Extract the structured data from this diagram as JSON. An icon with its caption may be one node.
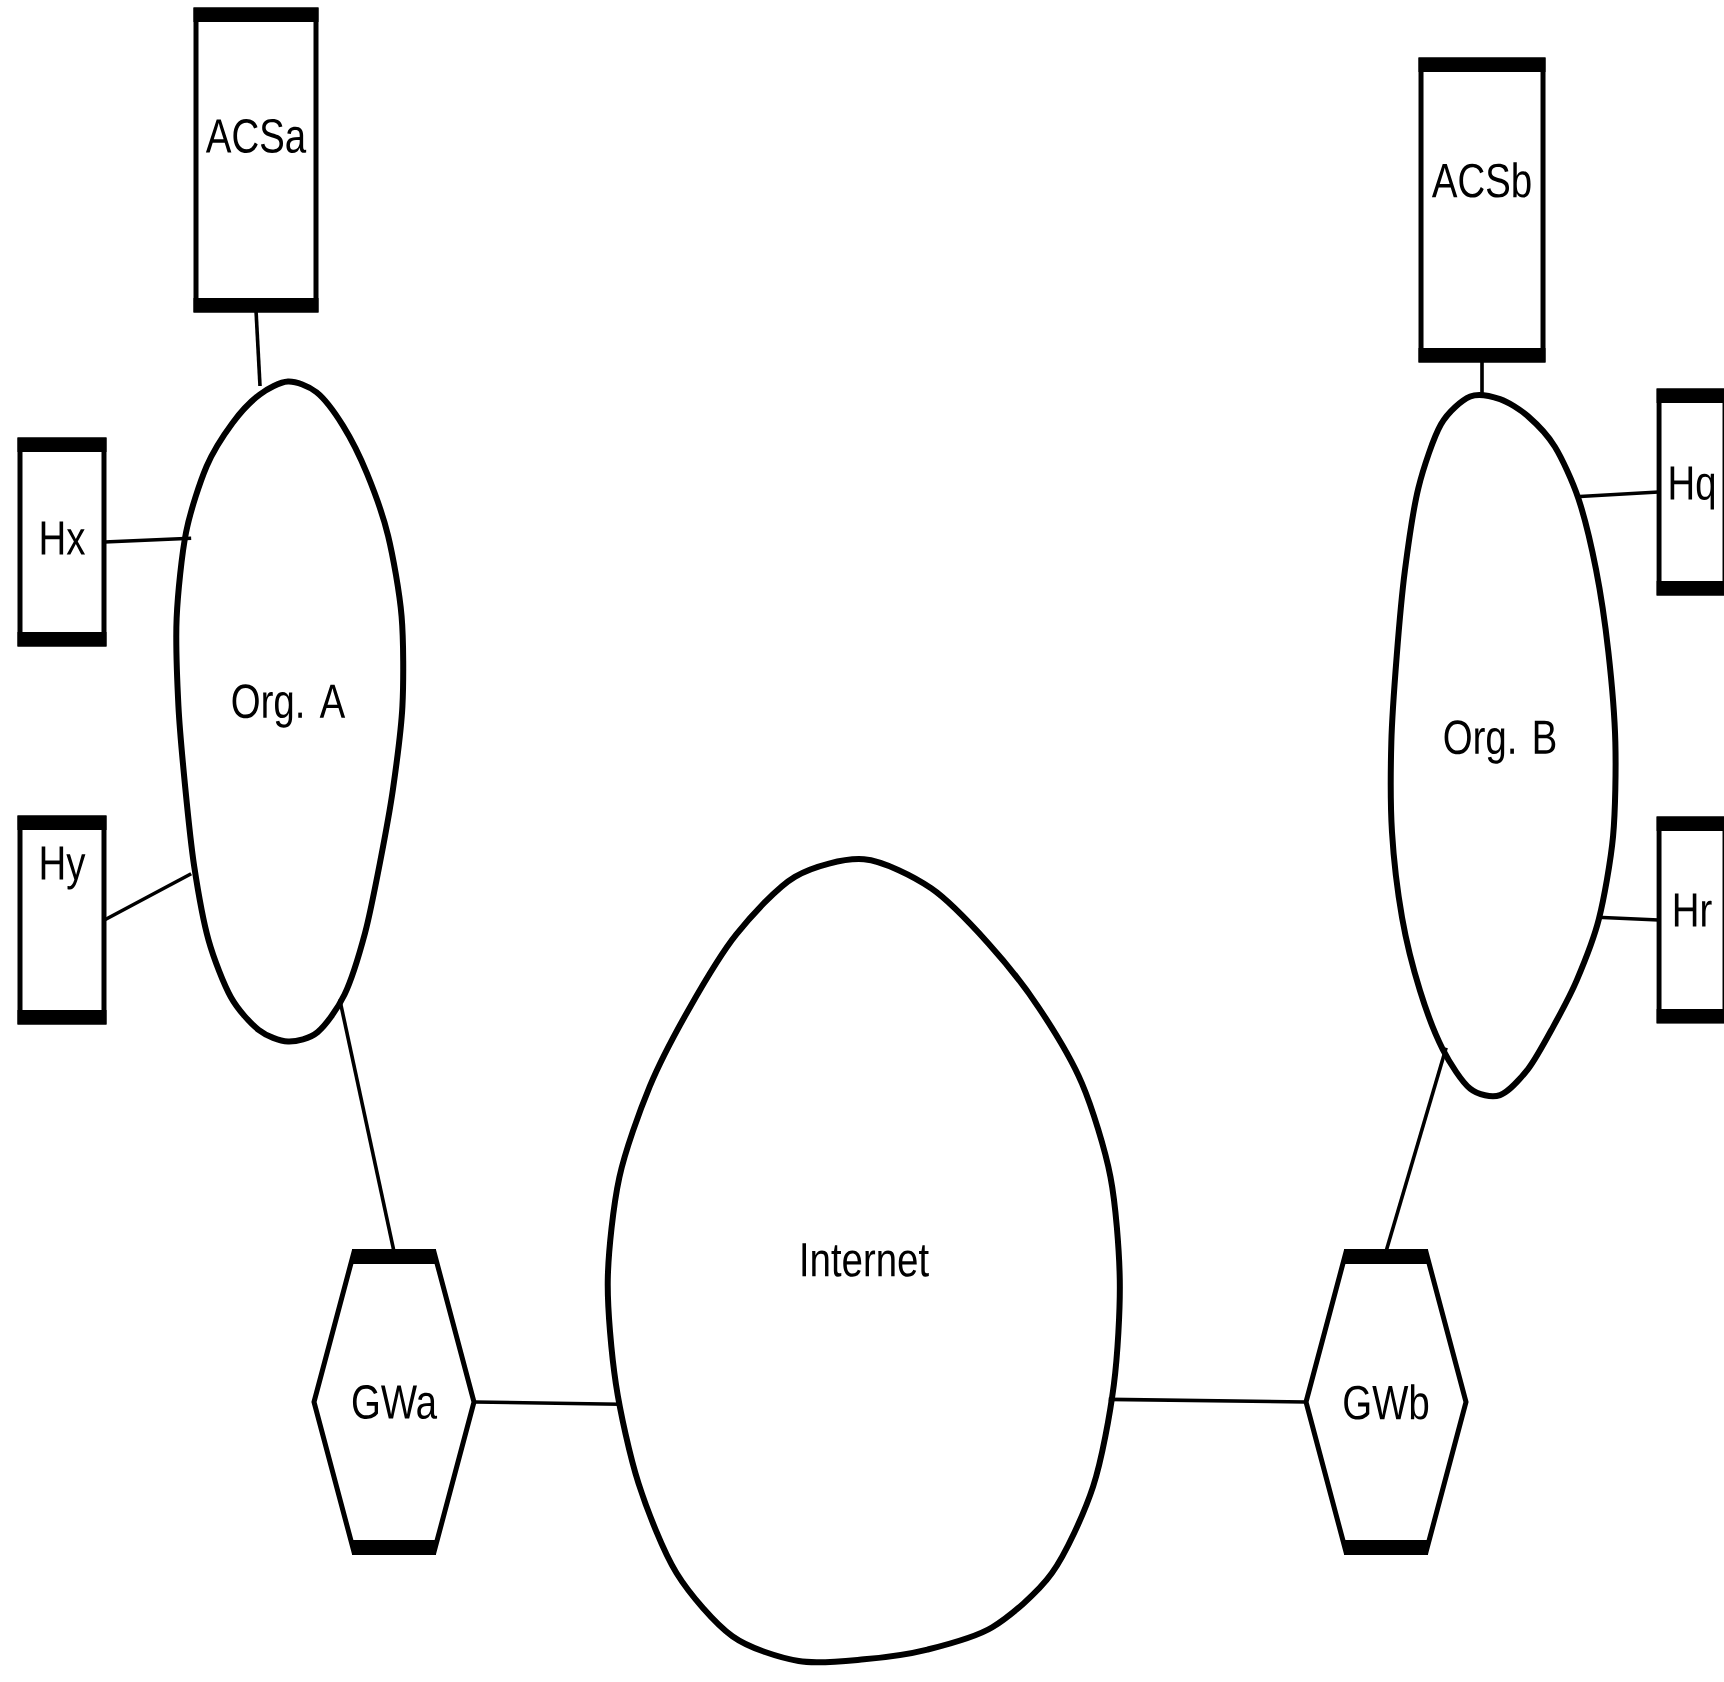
{
  "diagram": {
    "nodes": [
      {
        "text": [
          "ACSa"
        ]
      },
      {
        "text": [
          "Hx"
        ]
      },
      {
        "text": [
          "Org. A"
        ]
      },
      {
        "text": [
          "Hy"
        ]
      },
      {
        "text": [
          "ACSb"
        ]
      },
      {
        "text": [
          "Hq"
        ]
      },
      {
        "text": [
          "Org. B"
        ]
      },
      {
        "text": [
          "Hr"
        ]
      },
      {
        "text": [
          "Internet"
        ]
      },
      {
        "text": [
          "GWa"
        ]
      },
      {
        "text": [
          "GWb"
        ]
      }
    ],
    "edges": [
      {
        "from": 0,
        "to": 2,
        "arrow": "none"
      },
      {
        "from": 1,
        "to": 2,
        "arrow": "none"
      },
      {
        "from": 3,
        "to": 2,
        "arrow": "none"
      },
      {
        "from": 2,
        "to": 9,
        "arrow": "none"
      },
      {
        "from": 9,
        "to": 8,
        "arrow": "none"
      },
      {
        "from": 4,
        "to": 6,
        "arrow": "none"
      },
      {
        "from": 5,
        "to": 6,
        "arrow": "none"
      },
      {
        "from": 7,
        "to": 6,
        "arrow": "none"
      },
      {
        "from": 6,
        "to": 10,
        "arrow": "none"
      },
      {
        "from": 10,
        "to": 8,
        "arrow": "none"
      }
    ]
  }
}
